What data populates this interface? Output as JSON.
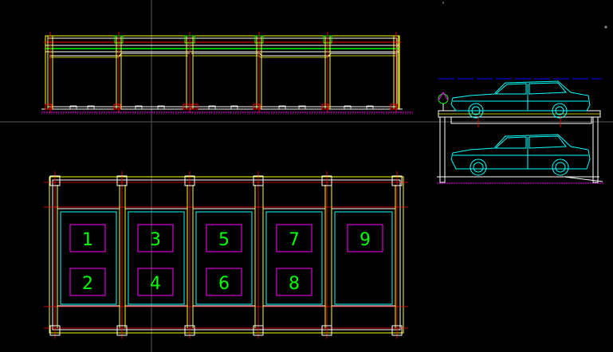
{
  "colors": {
    "background": "#000000",
    "white": "#ffffff",
    "yellow": "#ffff00",
    "red": "#ff0000",
    "green": "#00ff00",
    "cyan": "#00ffff",
    "magenta": "#ff00ff",
    "blue": "#0000ff",
    "gray": "#808080"
  },
  "parking_slots": {
    "columns": [
      {
        "top": "1",
        "bottom": "2"
      },
      {
        "top": "3",
        "bottom": "4"
      },
      {
        "top": "5",
        "bottom": "6"
      },
      {
        "top": "7",
        "bottom": "8"
      },
      {
        "top": "9",
        "bottom": ""
      }
    ]
  }
}
